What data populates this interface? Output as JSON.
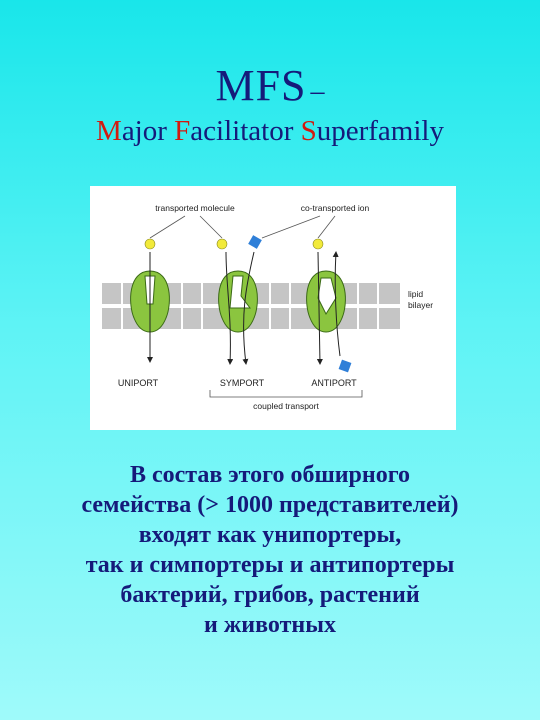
{
  "slide": {
    "title": {
      "main": "MFS",
      "dash": "–"
    },
    "subtitle": {
      "words": [
        {
          "initial": "M",
          "rest": "ajor"
        },
        {
          "initial": "F",
          "rest": "acilitator"
        },
        {
          "initial": "S",
          "rest": "uperfamily"
        }
      ]
    },
    "figure": {
      "labels": {
        "transported_molecule": "transported molecule",
        "co_transported_ion": "co-transported ion",
        "lipid": "lipid",
        "bilayer": "bilayer",
        "uniport": "UNIPORT",
        "symport": "SYMPORT",
        "antiport": "ANTIPORT",
        "coupled_transport": "coupled transport"
      },
      "colors": {
        "protein": "#8bc53f",
        "molecule": "#f2ea3a",
        "ion": "#2f7fd8",
        "membrane": "#c5c5c5"
      }
    },
    "body_lines": [
      "В состав этого обширного",
      "семейства (> 1000 представителей)",
      "входят как унипортеры,",
      "так и симпортеры и антипортеры",
      "бактерий, грибов, растений",
      "и животных"
    ],
    "colors": {
      "text": "#151a7a",
      "accent": "#d21a10"
    }
  }
}
